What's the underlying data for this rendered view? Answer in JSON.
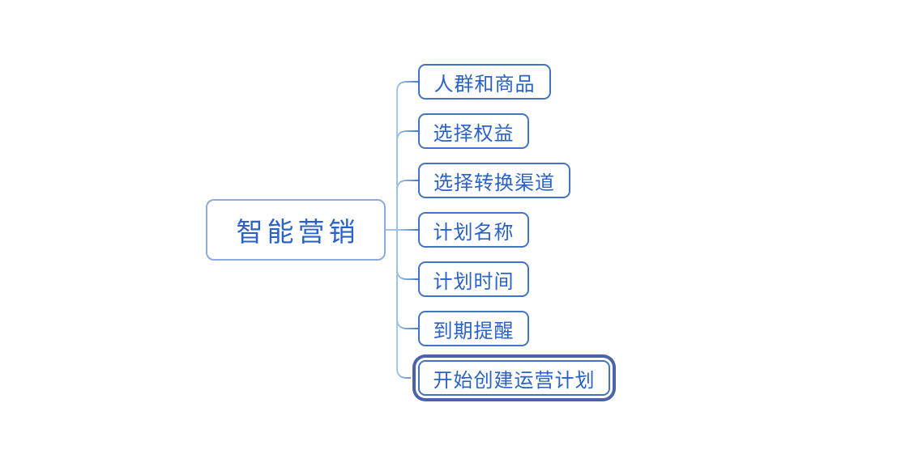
{
  "diagram": {
    "type": "mindmap",
    "root": {
      "label": "智能营销",
      "selected": false
    },
    "children": [
      {
        "label": "人群和商品",
        "selected": false
      },
      {
        "label": "选择权益",
        "selected": false
      },
      {
        "label": "选择转换渠道",
        "selected": false
      },
      {
        "label": "计划名称",
        "selected": false
      },
      {
        "label": "计划时间",
        "selected": false
      },
      {
        "label": "到期提醒",
        "selected": false
      },
      {
        "label": "开始创建运营计划",
        "selected": true
      }
    ],
    "colors": {
      "background": "#ffffff",
      "root_border": "#8FAADC",
      "child_border": "#4472C4",
      "text": "#2A62C8",
      "connector_light": "#9DC3E6",
      "connector_dark": "#2E6BC0",
      "selection_ring": "#4B63A8"
    }
  }
}
